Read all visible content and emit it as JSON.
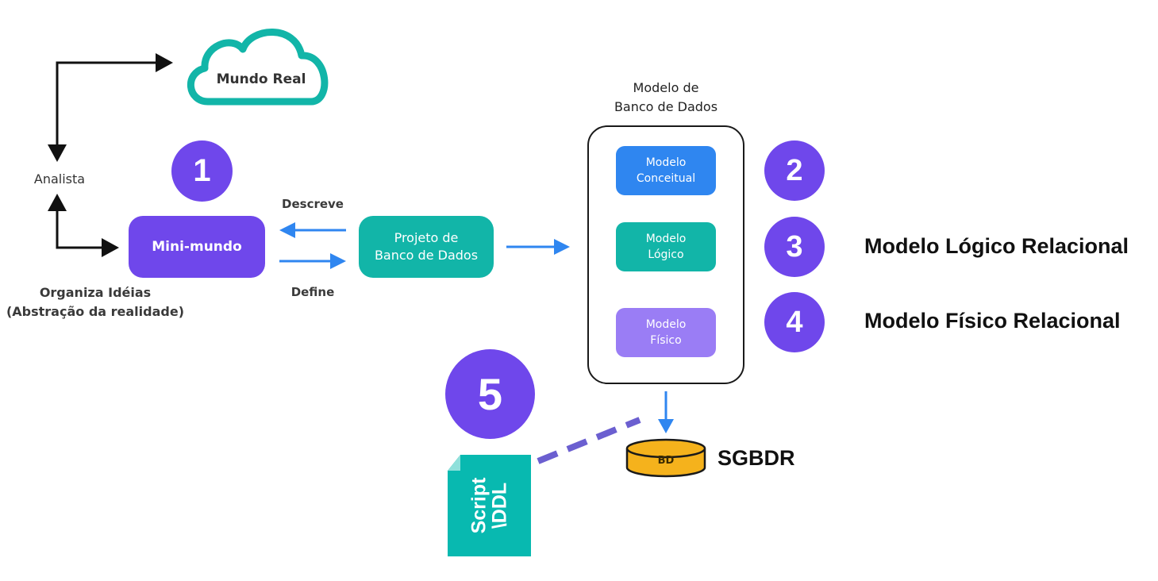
{
  "cloud": {
    "label": "Mundo Real"
  },
  "analyst": {
    "label": "Analista",
    "organize_line1": "Organiza Idéias",
    "organize_line2": "(Abstração da realidade)"
  },
  "miniworld": {
    "label": "Mini-mundo"
  },
  "project": {
    "line1": "Projeto de",
    "line2": "Banco de Dados"
  },
  "arrows": {
    "describes": "Descreve",
    "defines": "Define"
  },
  "db_model": {
    "title_line1": "Modelo de",
    "title_line2": "Banco de Dados",
    "conceptual": {
      "line1": "Modelo",
      "line2": "Conceitual"
    },
    "logical": {
      "line1": "Modelo",
      "line2": "Lógico"
    },
    "physical": {
      "line1": "Modelo",
      "line2": "Físico"
    }
  },
  "steps": {
    "s1": "1",
    "s2": "2",
    "s3": "3",
    "s4": "4",
    "s5": "5"
  },
  "side_labels": {
    "logical": "Modelo Lógico Relacional",
    "physical": "Modelo Físico Relacional"
  },
  "database": {
    "label": "BD",
    "system": "SGBDR"
  },
  "script": {
    "line1": "Script",
    "line2": "\\DDL"
  },
  "colors": {
    "teal": "#12b5a8",
    "blue": "#2f86f0",
    "purple": "#6f47eb",
    "light_purple": "#9a7df5",
    "orange": "#f5b21c",
    "arrow_blue": "#2f86f0",
    "dashed_purple": "#6b5fd0"
  }
}
